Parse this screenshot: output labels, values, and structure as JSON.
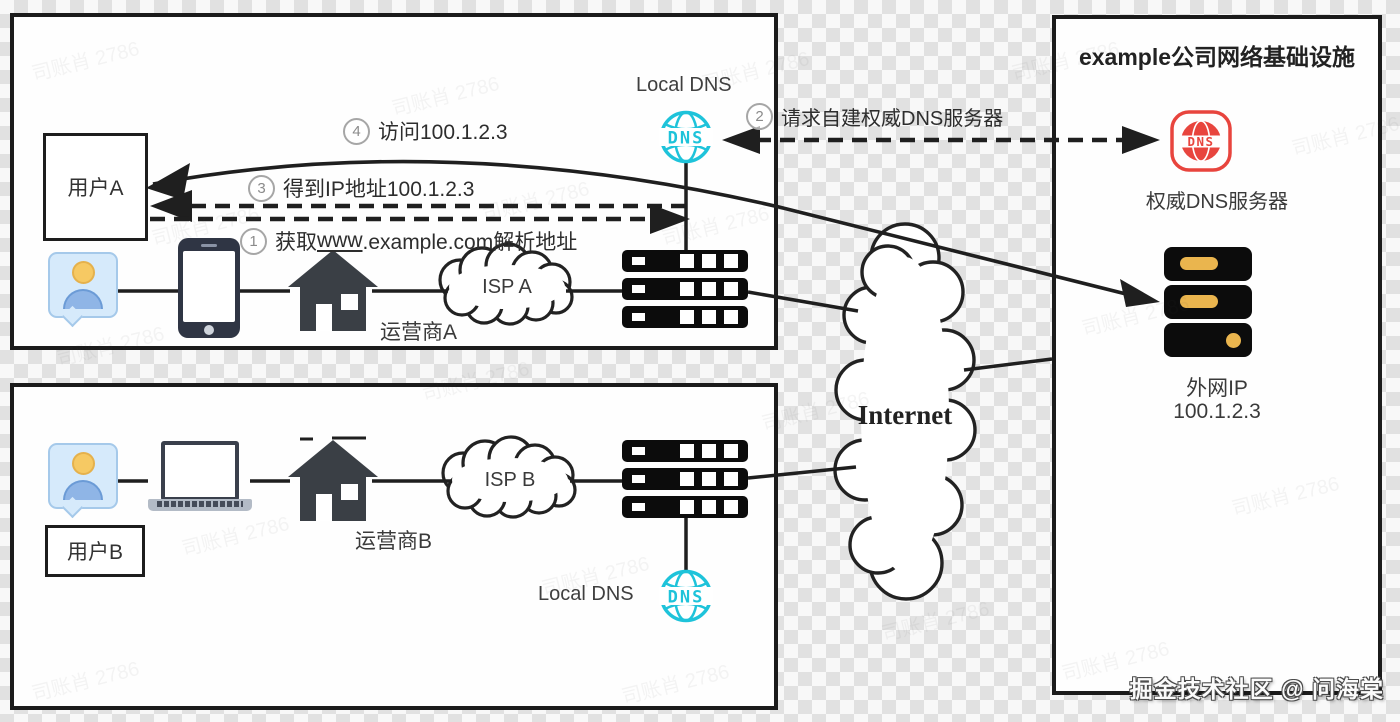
{
  "box_a": {
    "user_label": "用户A",
    "local_dns_label": "Local DNS",
    "carrier_label": "运营商A",
    "isp_cloud_label": "ISP A"
  },
  "box_b": {
    "user_label": "用户B",
    "local_dns_label": "Local DNS",
    "carrier_label": "运营商B",
    "isp_cloud_label": "ISP B"
  },
  "steps": {
    "s1": {
      "num": "1",
      "prefix": "获取",
      "www": "www",
      "suffix": ".example.com解析地址"
    },
    "s2": {
      "num": "2",
      "text": "请求自建权威DNS服务器"
    },
    "s3": {
      "num": "3",
      "text": "得到IP地址100.1.2.3"
    },
    "s4": {
      "num": "4",
      "text": "访问100.1.2.3"
    }
  },
  "company": {
    "title": "example公司网络基础设施",
    "auth_dns_label": "权威DNS服务器",
    "ip_line1": "外网IP",
    "ip_line2": "100.1.2.3"
  },
  "internet": {
    "label": "Internet"
  },
  "dns": {
    "text": "DNS"
  },
  "watermark": {
    "text": "司账肖 2786"
  },
  "credit": {
    "text": "掘金技术社区 @ 问海棠"
  },
  "colors": {
    "dns_cyan": "#1ec3da",
    "dns_red": "#e8443d",
    "server_gold": "#eab54e",
    "wire_dark": "#1f1f1f"
  }
}
